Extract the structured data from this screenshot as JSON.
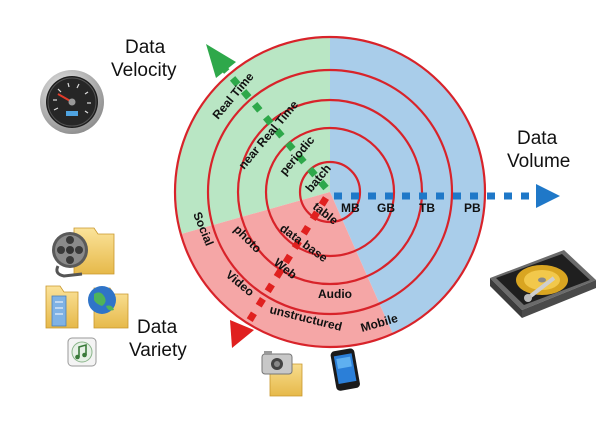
{
  "dimensions": {
    "velocity": {
      "line1": "Data",
      "line2": "Velocity"
    },
    "volume": {
      "line1": "Data",
      "line2": "Volume"
    },
    "variety": {
      "line1": "Data",
      "line2": "Variety"
    }
  },
  "velocity_labels": [
    "Real Time",
    "near Real Time",
    "periodic",
    "batch"
  ],
  "volume_labels": [
    "MB",
    "GB",
    "TB",
    "PB"
  ],
  "variety_labels": [
    "table",
    "data base",
    "photo",
    "Web",
    "Audio",
    "Social",
    "Video",
    "unstructured",
    "Mobile"
  ],
  "colors": {
    "velocity_sector": "#b9e6c4",
    "volume_sector": "#a9cdea",
    "variety_sector": "#f5a6a6",
    "ring_stroke": "#d8232a",
    "velocity_arrow": "#2ea84a",
    "volume_arrow": "#1f78c8",
    "variety_arrow": "#e0201f"
  },
  "icons": [
    "speedometer-icon",
    "hard-drive-icon",
    "film-folder-icon",
    "document-folder-icon",
    "globe-folder-icon",
    "music-file-icon",
    "camera-folder-icon",
    "smartphone-icon"
  ]
}
